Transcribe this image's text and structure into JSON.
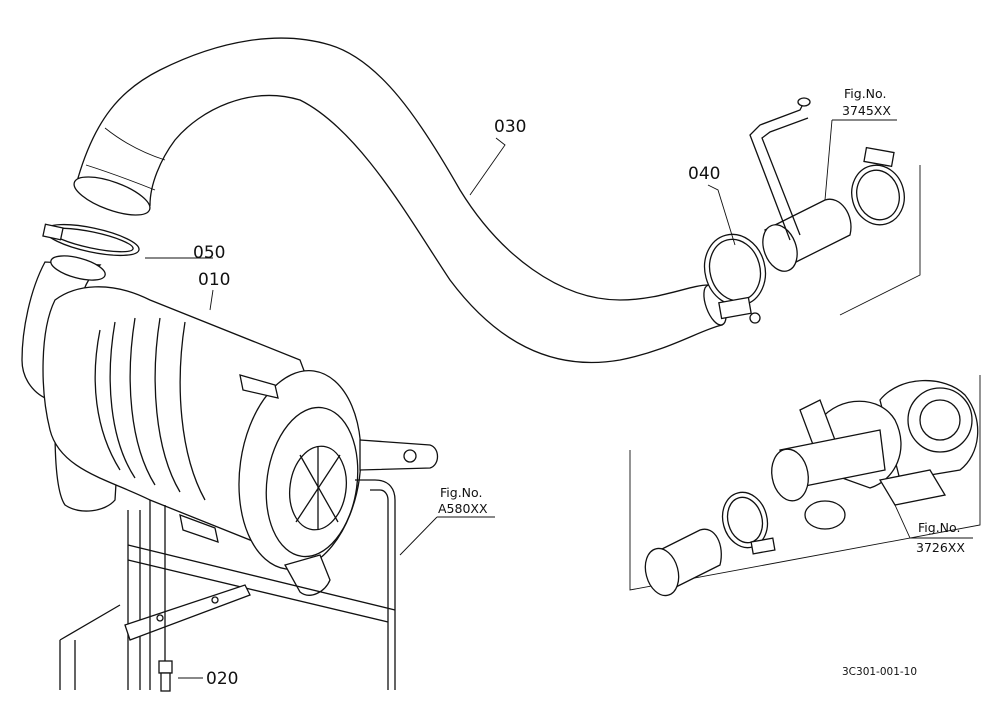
{
  "parts": [
    {
      "key": "air_cleaner",
      "number": "010"
    },
    {
      "key": "bolt",
      "number": "020"
    },
    {
      "key": "hose",
      "number": "030"
    },
    {
      "key": "band_right",
      "number": "040"
    },
    {
      "key": "band_left",
      "number": "050"
    }
  ],
  "figure_refs": [
    {
      "label": "Fig.No.",
      "number": "3745XX"
    },
    {
      "label": "Fig.No.",
      "number": "A580XX"
    },
    {
      "label": "Fig.No.",
      "number": "3726XX"
    }
  ],
  "drawing_code": "3C301-001-10"
}
